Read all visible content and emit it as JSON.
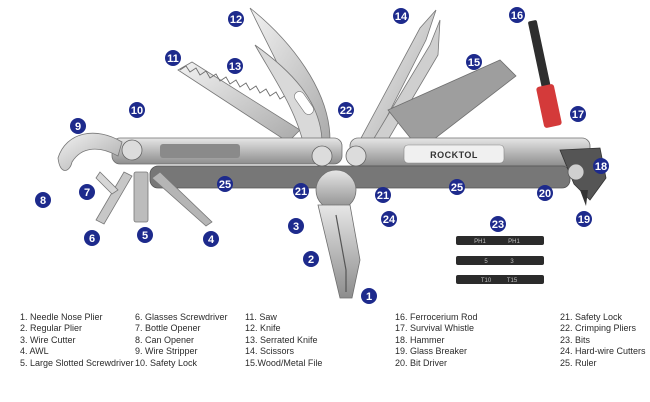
{
  "brand_text": "ROCKTOL",
  "callout_color": "#1d2a8c",
  "callouts": [
    {
      "num": "1"
    },
    {
      "num": "2"
    },
    {
      "num": "3"
    },
    {
      "num": "4"
    },
    {
      "num": "5"
    },
    {
      "num": "6"
    },
    {
      "num": "7"
    },
    {
      "num": "8"
    },
    {
      "num": "9"
    },
    {
      "num": "10"
    },
    {
      "num": "11"
    },
    {
      "num": "12"
    },
    {
      "num": "13"
    },
    {
      "num": "14"
    },
    {
      "num": "15"
    },
    {
      "num": "16"
    },
    {
      "num": "17"
    },
    {
      "num": "18"
    },
    {
      "num": "19"
    },
    {
      "num": "20"
    },
    {
      "num": "21"
    },
    {
      "num": "21"
    },
    {
      "num": "22"
    },
    {
      "num": "23"
    },
    {
      "num": "24"
    },
    {
      "num": "25"
    },
    {
      "num": "25"
    }
  ],
  "bits": [
    {
      "left": "PH1",
      "right": "PH1"
    },
    {
      "left": "5",
      "right": "3"
    },
    {
      "left": "T10",
      "right": "T15"
    }
  ],
  "legend": {
    "columns": [
      [
        "1. Needle Nose Plier",
        "2. Regular Plier",
        "3. Wire Cutter",
        "4. AWL",
        "5. Large Slotted Screwdriver"
      ],
      [
        "6.  Glasses Screwdriver",
        "7. Bottle Opener",
        "8. Can Opener",
        "9. Wire Stripper",
        "10.  Safety Lock"
      ],
      [
        "11. Saw",
        "12.  Knife",
        "13. Serrated Knife",
        "14. Scissors",
        "15.Wood/Metal File"
      ],
      [
        "16. Ferrocerium Rod",
        "17. Survival Whistle",
        "18. Hammer",
        "19. Glass Breaker",
        "20. Bit Driver"
      ],
      [
        "21. Safety Lock",
        "22. Crimping Pliers",
        "23. Bits",
        "24. Hard-wire Cutters",
        "25. Ruler"
      ]
    ]
  }
}
